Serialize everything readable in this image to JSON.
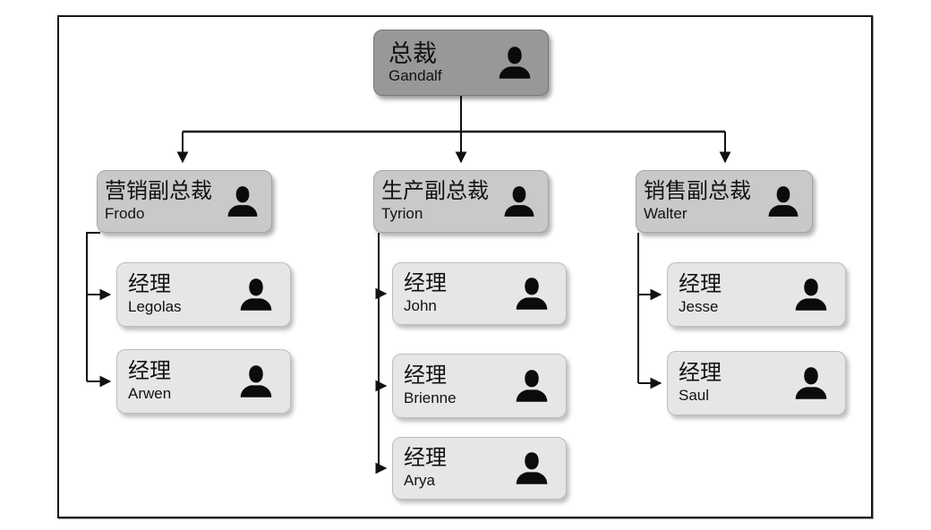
{
  "diagram": {
    "type": "org-chart",
    "colors": {
      "president_fill": "#989898",
      "vp_fill": "#c9c9c9",
      "manager_fill": "#e6e6e6",
      "line": "#111111",
      "frame_border": "#161616",
      "text": "#121212"
    },
    "icons": {
      "node_icon": "person-silhouette"
    },
    "nodes": {
      "gandalf": {
        "title": "总裁",
        "name": "Gandalf",
        "level": "president"
      },
      "frodo": {
        "title": "营销副总裁",
        "name": "Frodo",
        "level": "vp"
      },
      "tyrion": {
        "title": "生产副总裁",
        "name": "Tyrion",
        "level": "vp"
      },
      "walter": {
        "title": "销售副总裁",
        "name": "Walter",
        "level": "vp"
      },
      "legolas": {
        "title": "经理",
        "name": "Legolas",
        "level": "manager"
      },
      "arwen": {
        "title": "经理",
        "name": "Arwen",
        "level": "manager"
      },
      "john": {
        "title": "经理",
        "name": "John",
        "level": "manager"
      },
      "brienne": {
        "title": "经理",
        "name": "Brienne",
        "level": "manager"
      },
      "arya": {
        "title": "经理",
        "name": "Arya",
        "level": "manager"
      },
      "jesse": {
        "title": "经理",
        "name": "Jesse",
        "level": "manager"
      },
      "saul": {
        "title": "经理",
        "name": "Saul",
        "level": "manager"
      }
    },
    "edges": [
      {
        "from": "gandalf",
        "to": "frodo"
      },
      {
        "from": "gandalf",
        "to": "tyrion"
      },
      {
        "from": "gandalf",
        "to": "walter"
      },
      {
        "from": "frodo",
        "to": "legolas"
      },
      {
        "from": "frodo",
        "to": "arwen"
      },
      {
        "from": "tyrion",
        "to": "john"
      },
      {
        "from": "tyrion",
        "to": "brienne"
      },
      {
        "from": "tyrion",
        "to": "arya"
      },
      {
        "from": "walter",
        "to": "jesse"
      },
      {
        "from": "walter",
        "to": "saul"
      }
    ]
  }
}
